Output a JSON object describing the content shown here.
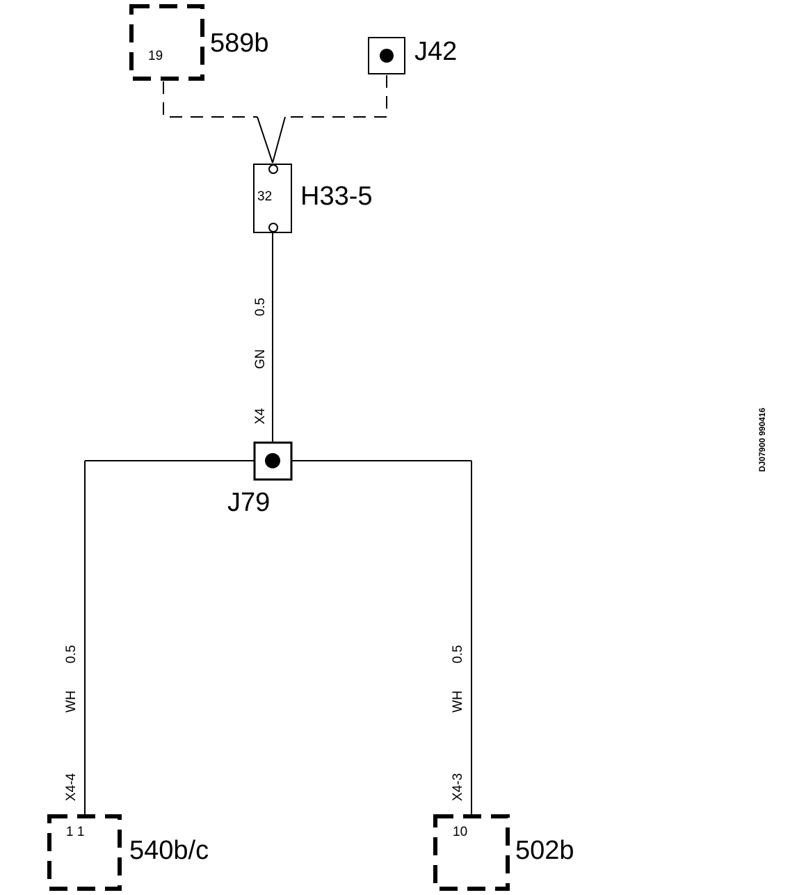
{
  "components": {
    "c589b": {
      "label": "589b",
      "pin": "19"
    },
    "j42": {
      "label": "J42"
    },
    "h33_5": {
      "label": "H33-5",
      "pin": "32"
    },
    "j79": {
      "label": "J79"
    },
    "c540bc": {
      "label": "540b/c",
      "pin": "1 1"
    },
    "c502b": {
      "label": "502b",
      "pin": "10"
    }
  },
  "wires": {
    "center": {
      "size": "0.5",
      "color": "GN",
      "connector": "X4"
    },
    "left": {
      "size": "0.5",
      "color": "WH",
      "connector": "X4-4"
    },
    "right": {
      "size": "0.5",
      "color": "WH",
      "connector": "X4-3"
    }
  },
  "doc_code": "DJ07900 990416"
}
